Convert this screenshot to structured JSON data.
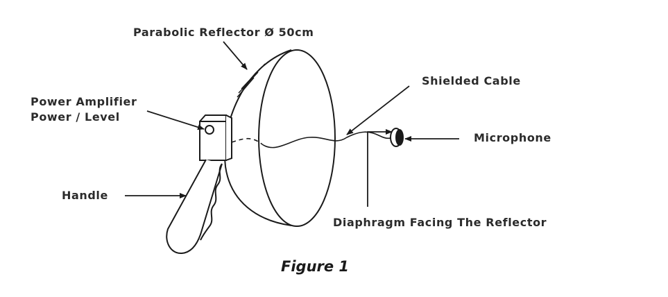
{
  "labels": {
    "reflector": "Parabolic Reflector Ø 50cm",
    "amplifier_line1": "Power Amplifier",
    "amplifier_line2": "Power / Level",
    "cable": "Shielded Cable",
    "microphone": "Microphone",
    "handle": "Handle",
    "diaphragm": "Diaphragm Facing The Reflector"
  },
  "caption": "Figure 1",
  "colors": {
    "line": "#1a1a1a",
    "text": "#2b2b2b",
    "background": "#ffffff"
  }
}
